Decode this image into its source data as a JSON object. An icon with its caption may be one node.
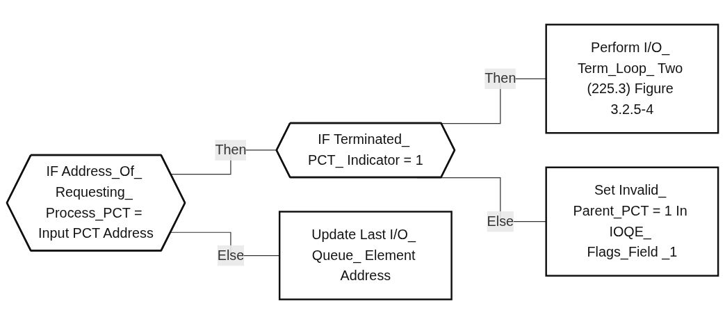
{
  "diagram": {
    "nodes": [
      {
        "text": [
          "IF Address_Of_ Requesting_ Process_PCT = Input PCT Address"
        ]
      },
      {
        "text": [
          "IF Terminated_ PCT_ Indicator = 1"
        ]
      },
      {
        "text": [
          "Update Last I/O_ Queue_ Element Address"
        ]
      },
      {
        "text": [
          "Perform I/O_ Term_Loop_ Two (225.3) Figure 3.2.5-4"
        ]
      },
      {
        "text": [
          "Set Invalid_ Parent_PCT = 1 In IOQE_ Flags_Field _1"
        ]
      }
    ],
    "edges": [
      {
        "from": 0,
        "to": 1,
        "arrow": "none",
        "label": "Then"
      },
      {
        "from": 0,
        "to": 2,
        "arrow": "none",
        "label": "Else"
      },
      {
        "from": 1,
        "to": 3,
        "arrow": "none",
        "label": "Then"
      },
      {
        "from": 1,
        "to": 4,
        "arrow": "none",
        "label": "Else"
      }
    ]
  }
}
